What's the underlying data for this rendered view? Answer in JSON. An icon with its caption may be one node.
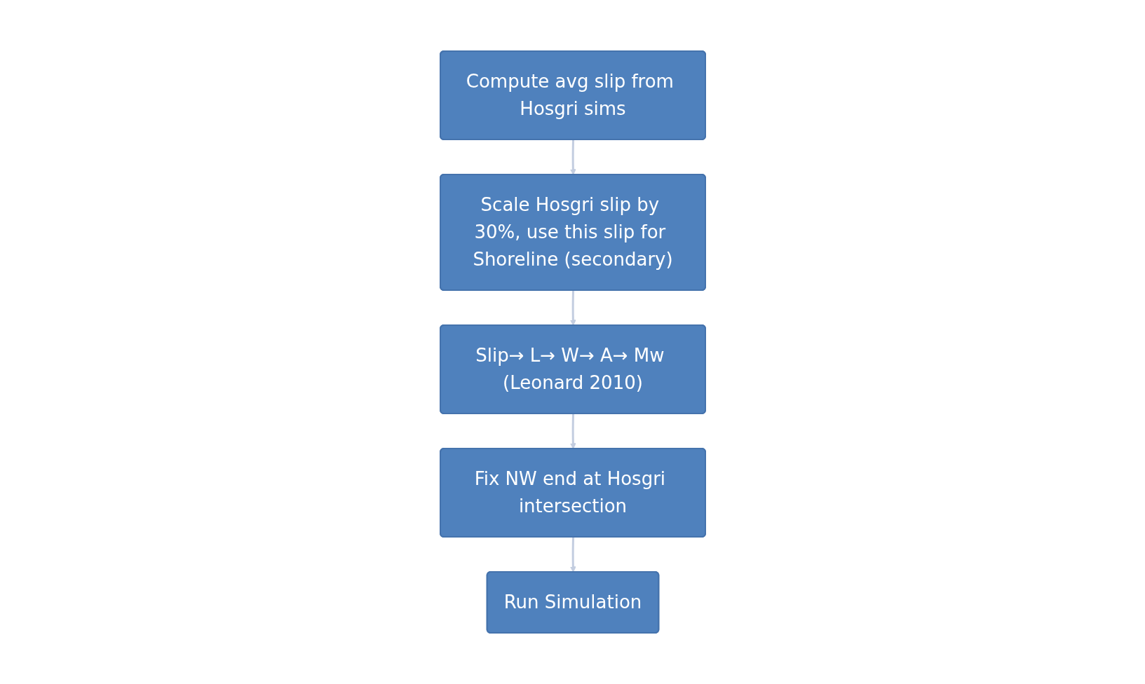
{
  "diagram": {
    "nodes": [
      {
        "text": [
          "Compute avg slip from Hosgri sims"
        ]
      },
      {
        "text": [
          "Scale Hosgri slip by 30%, use this slip for Shoreline (secondary)"
        ]
      },
      {
        "text": [
          "Slip→ L→ W→ A→ Mw (Leonard 2010)"
        ]
      },
      {
        "text": [
          "Fix NW end at Hosgri intersection"
        ]
      },
      {
        "text": [
          "Run Simulation"
        ]
      }
    ],
    "edges": [
      {
        "from": 0,
        "to": 1,
        "arrow": "to"
      },
      {
        "from": 1,
        "to": 2,
        "arrow": "to"
      },
      {
        "from": 2,
        "to": 3,
        "arrow": "to"
      },
      {
        "from": 3,
        "to": 4,
        "arrow": "to"
      }
    ]
  }
}
